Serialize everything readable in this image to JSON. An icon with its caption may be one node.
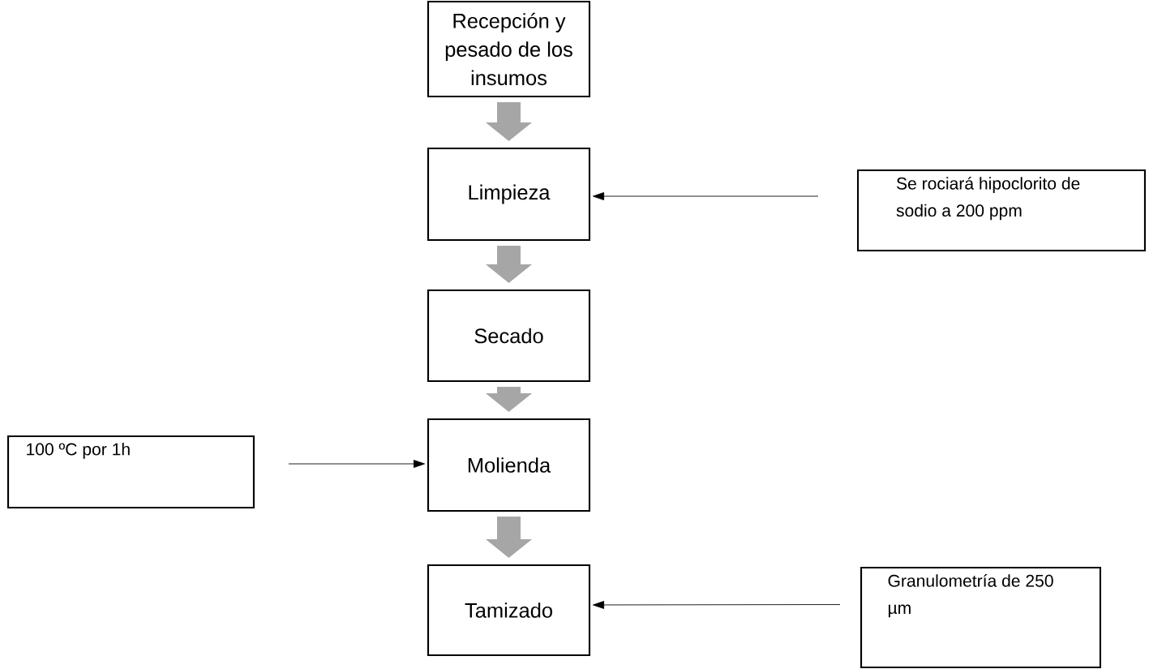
{
  "diagram": {
    "nodes": [
      {
        "text": [
          "Recepción y pesado de los insumos"
        ]
      },
      {
        "text": [
          "Limpieza"
        ]
      },
      {
        "text": [
          "Se rociará hipoclorito de sodio a 200 ppm"
        ]
      },
      {
        "text": [
          "Secado"
        ]
      },
      {
        "text": [
          "100 ºC por 1h"
        ]
      },
      {
        "text": [
          "Molienda"
        ]
      },
      {
        "text": [
          "Tamizado"
        ]
      },
      {
        "text": [
          "Granulometría de 250 µm"
        ]
      }
    ],
    "edges": [
      {
        "from": 0,
        "to": 1,
        "arrow": "to"
      },
      {
        "from": 1,
        "to": 3,
        "arrow": "to"
      },
      {
        "from": 3,
        "to": 5,
        "arrow": "to"
      },
      {
        "from": 5,
        "to": 6,
        "arrow": "to"
      },
      {
        "from": 2,
        "to": 1,
        "arrow": "to",
        "color": "#000000"
      },
      {
        "from": 4,
        "to": 5,
        "arrow": "to",
        "color": "#000000"
      },
      {
        "from": 7,
        "to": 6,
        "arrow": "to",
        "color": "#000000"
      }
    ]
  }
}
